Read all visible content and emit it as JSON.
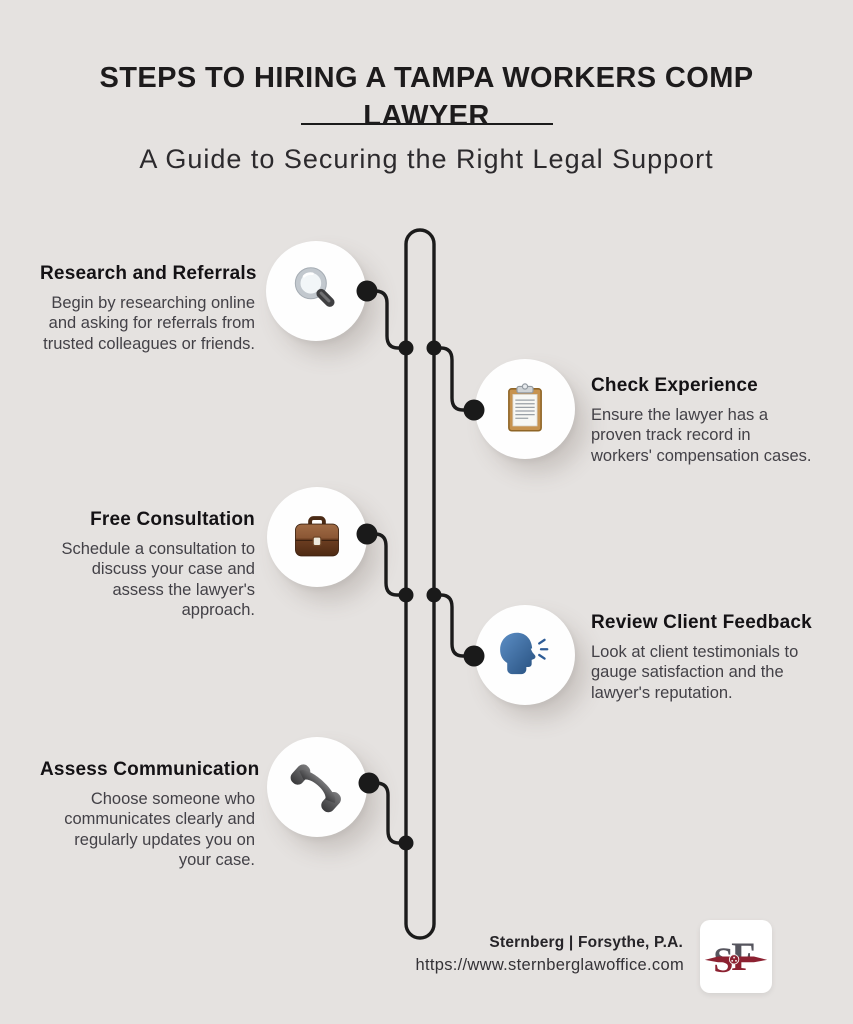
{
  "header": {
    "title": "STEPS TO HIRING A TAMPA WORKERS COMP LAWYER",
    "subtitle": "A Guide to Securing the Right Legal Support"
  },
  "steps": [
    {
      "title": "Research and Referrals",
      "description": "Begin by researching online and asking for referrals from trusted colleagues or friends.",
      "icon": "magnifying-glass-icon",
      "side": "left"
    },
    {
      "title": "Check Experience",
      "description": "Ensure the lawyer has a proven track record in workers' compensation cases.",
      "icon": "clipboard-icon",
      "side": "right"
    },
    {
      "title": "Free Consultation",
      "description": "Schedule a consultation to discuss your case and assess the lawyer's approach.",
      "icon": "briefcase-icon",
      "side": "left"
    },
    {
      "title": "Review Client Feedback",
      "description": "Look at client testimonials to gauge satisfaction and the lawyer's reputation.",
      "icon": "speaking-head-icon",
      "side": "right"
    },
    {
      "title": "Assess Communication",
      "description": "Choose someone who communicates clearly and regularly updates you on your case.",
      "icon": "telephone-icon",
      "side": "left"
    }
  ],
  "footer": {
    "company": "Sternberg | Forsythe, P.A.",
    "url": "https://www.sternberglawoffice.com",
    "logo": {
      "letter_s": "S",
      "letter_f": "F"
    }
  },
  "colors": {
    "background": "#e5e2e0",
    "line_ink": "#1b1b1b",
    "heading_text": "#141215",
    "body_text": "#434147",
    "circle_fill": "#fefefe",
    "logo_maroon": "#8c2131",
    "logo_gray": "#56555e"
  }
}
